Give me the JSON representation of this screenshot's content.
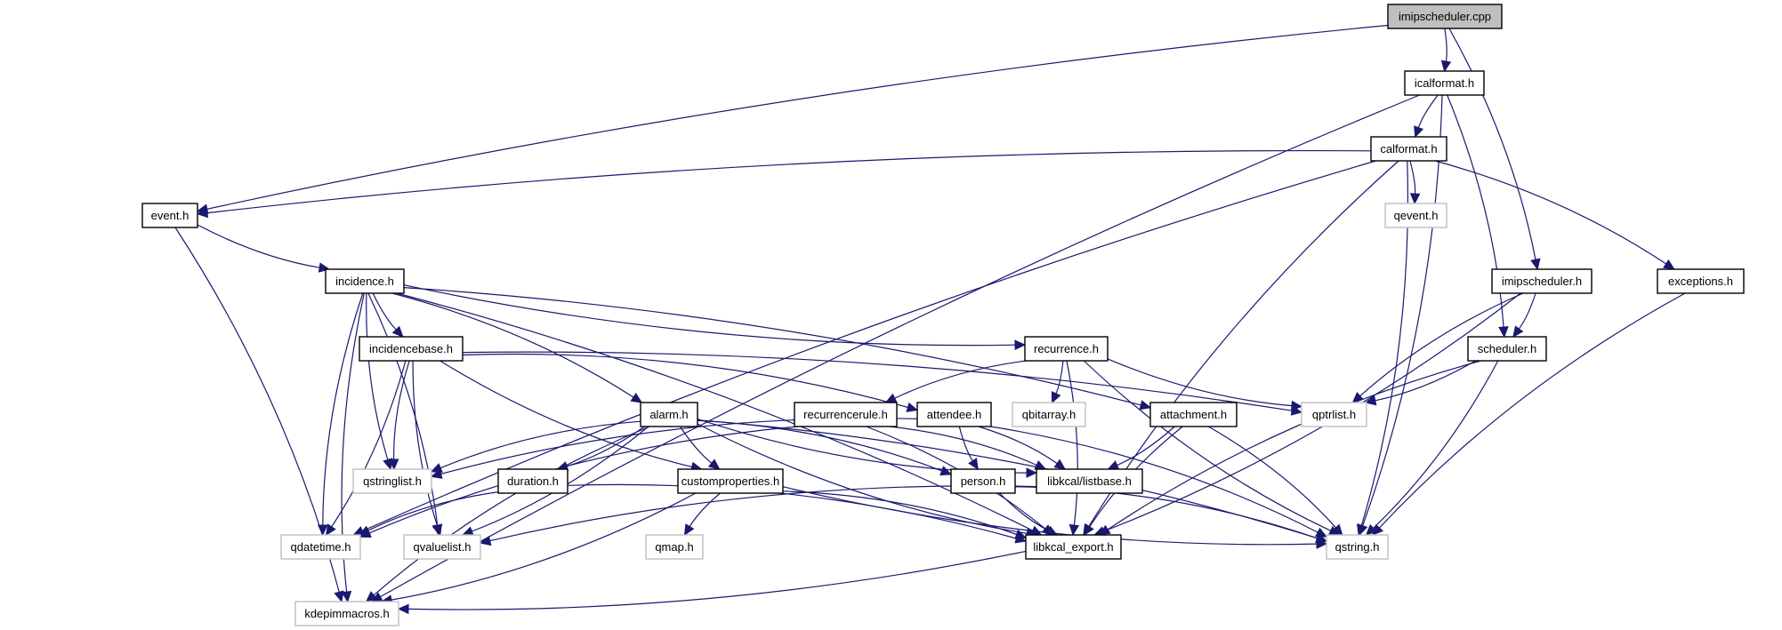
{
  "title": "imipscheduler.cpp include dependency graph",
  "colors": {
    "edge": "#191970",
    "root_fill": "#bfbfbf",
    "local_border": "#000000",
    "external_border": "#bfbfbf"
  },
  "nodes": [
    {
      "id": "imipscheduler_cpp",
      "label": "imipscheduler.cpp",
      "kind": "root"
    },
    {
      "id": "icalformat_h",
      "label": "icalformat.h",
      "kind": "local"
    },
    {
      "id": "calformat_h",
      "label": "calformat.h",
      "kind": "local"
    },
    {
      "id": "qevent_h",
      "label": "qevent.h",
      "kind": "external"
    },
    {
      "id": "event_h",
      "label": "event.h",
      "kind": "local"
    },
    {
      "id": "incidence_h",
      "label": "incidence.h",
      "kind": "local"
    },
    {
      "id": "incidencebase_h",
      "label": "incidencebase.h",
      "kind": "local"
    },
    {
      "id": "imipscheduler_h",
      "label": "imipscheduler.h",
      "kind": "local"
    },
    {
      "id": "exceptions_h",
      "label": "exceptions.h",
      "kind": "local"
    },
    {
      "id": "scheduler_h",
      "label": "scheduler.h",
      "kind": "local"
    },
    {
      "id": "recurrence_h",
      "label": "recurrence.h",
      "kind": "local"
    },
    {
      "id": "qptrlist_h",
      "label": "qptrlist.h",
      "kind": "external"
    },
    {
      "id": "qbitarray_h",
      "label": "qbitarray.h",
      "kind": "external"
    },
    {
      "id": "attachment_h",
      "label": "attachment.h",
      "kind": "local"
    },
    {
      "id": "alarm_h",
      "label": "alarm.h",
      "kind": "local"
    },
    {
      "id": "recurrencerule_h",
      "label": "recurrencerule.h",
      "kind": "local"
    },
    {
      "id": "attendee_h",
      "label": "attendee.h",
      "kind": "local"
    },
    {
      "id": "qstringlist_h",
      "label": "qstringlist.h",
      "kind": "external"
    },
    {
      "id": "duration_h",
      "label": "duration.h",
      "kind": "local"
    },
    {
      "id": "customproperties_h",
      "label": "customproperties.h",
      "kind": "local"
    },
    {
      "id": "person_h",
      "label": "person.h",
      "kind": "local"
    },
    {
      "id": "listbase_h",
      "label": "libkcal/listbase.h",
      "kind": "local"
    },
    {
      "id": "qdatetime_h",
      "label": "qdatetime.h",
      "kind": "external"
    },
    {
      "id": "qvaluelist_h",
      "label": "qvaluelist.h",
      "kind": "external"
    },
    {
      "id": "qmap_h",
      "label": "qmap.h",
      "kind": "external"
    },
    {
      "id": "libkcal_export_h",
      "label": "libkcal_export.h",
      "kind": "local"
    },
    {
      "id": "qstring_h",
      "label": "qstring.h",
      "kind": "external"
    },
    {
      "id": "kdepimmacros_h",
      "label": "kdepimmacros.h",
      "kind": "external"
    }
  ],
  "edges": [
    [
      "imipscheduler_cpp",
      "icalformat_h"
    ],
    [
      "imipscheduler_cpp",
      "event_h"
    ],
    [
      "imipscheduler_cpp",
      "imipscheduler_h"
    ],
    [
      "icalformat_h",
      "calformat_h"
    ],
    [
      "icalformat_h",
      "scheduler_h"
    ],
    [
      "icalformat_h",
      "kdepimmacros_h"
    ],
    [
      "icalformat_h",
      "qstring_h"
    ],
    [
      "calformat_h",
      "event_h"
    ],
    [
      "calformat_h",
      "qevent_h"
    ],
    [
      "calformat_h",
      "qdatetime_h"
    ],
    [
      "calformat_h",
      "exceptions_h"
    ],
    [
      "calformat_h",
      "libkcal_export_h"
    ],
    [
      "calformat_h",
      "qstring_h"
    ],
    [
      "event_h",
      "incidence_h"
    ],
    [
      "event_h",
      "kdepimmacros_h"
    ],
    [
      "incidence_h",
      "incidencebase_h"
    ],
    [
      "incidence_h",
      "alarm_h"
    ],
    [
      "incidence_h",
      "recurrence_h"
    ],
    [
      "incidence_h",
      "attachment_h"
    ],
    [
      "incidence_h",
      "qdatetime_h"
    ],
    [
      "incidence_h",
      "qvaluelist_h"
    ],
    [
      "incidence_h",
      "qstringlist_h"
    ],
    [
      "incidence_h",
      "libkcal_export_h"
    ],
    [
      "incidence_h",
      "kdepimmacros_h"
    ],
    [
      "incidencebase_h",
      "attendee_h"
    ],
    [
      "incidencebase_h",
      "customproperties_h"
    ],
    [
      "incidencebase_h",
      "qptrlist_h"
    ],
    [
      "incidencebase_h",
      "qstringlist_h"
    ],
    [
      "incidencebase_h",
      "qdatetime_h"
    ],
    [
      "incidencebase_h",
      "qvaluelist_h"
    ],
    [
      "imipscheduler_h",
      "scheduler_h"
    ],
    [
      "imipscheduler_h",
      "qptrlist_h"
    ],
    [
      "imipscheduler_h",
      "libkcal_export_h"
    ],
    [
      "exceptions_h",
      "qstring_h"
    ],
    [
      "scheduler_h",
      "qptrlist_h"
    ],
    [
      "scheduler_h",
      "libkcal_export_h"
    ],
    [
      "scheduler_h",
      "qstring_h"
    ],
    [
      "recurrence_h",
      "recurrencerule_h"
    ],
    [
      "recurrence_h",
      "qbitarray_h"
    ],
    [
      "recurrence_h",
      "qptrlist_h"
    ],
    [
      "recurrence_h",
      "libkcal_export_h"
    ],
    [
      "recurrence_h",
      "qstring_h"
    ],
    [
      "attachment_h",
      "listbase_h"
    ],
    [
      "attachment_h",
      "libkcal_export_h"
    ],
    [
      "attachment_h",
      "qstring_h"
    ],
    [
      "alarm_h",
      "qstringlist_h"
    ],
    [
      "alarm_h",
      "duration_h"
    ],
    [
      "alarm_h",
      "customproperties_h"
    ],
    [
      "alarm_h",
      "person_h"
    ],
    [
      "alarm_h",
      "listbase_h"
    ],
    [
      "alarm_h",
      "qvaluelist_h"
    ],
    [
      "alarm_h",
      "libkcal_export_h"
    ],
    [
      "alarm_h",
      "qstring_h"
    ],
    [
      "alarm_h",
      "kdepimmacros_h"
    ],
    [
      "recurrencerule_h",
      "listbase_h"
    ],
    [
      "recurrencerule_h",
      "qdatetime_h"
    ],
    [
      "recurrencerule_h",
      "libkcal_export_h"
    ],
    [
      "attendee_h",
      "person_h"
    ],
    [
      "attendee_h",
      "listbase_h"
    ],
    [
      "attendee_h",
      "qstringlist_h"
    ],
    [
      "attendee_h",
      "qstring_h"
    ],
    [
      "duration_h",
      "qdatetime_h"
    ],
    [
      "duration_h",
      "libkcal_export_h"
    ],
    [
      "customproperties_h",
      "qmap_h"
    ],
    [
      "customproperties_h",
      "libkcal_export_h"
    ],
    [
      "customproperties_h",
      "qstring_h"
    ],
    [
      "customproperties_h",
      "kdepimmacros_h"
    ],
    [
      "person_h",
      "libkcal_export_h"
    ],
    [
      "person_h",
      "qstring_h"
    ],
    [
      "listbase_h",
      "qvaluelist_h"
    ],
    [
      "libkcal_export_h",
      "kdepimmacros_h"
    ]
  ]
}
